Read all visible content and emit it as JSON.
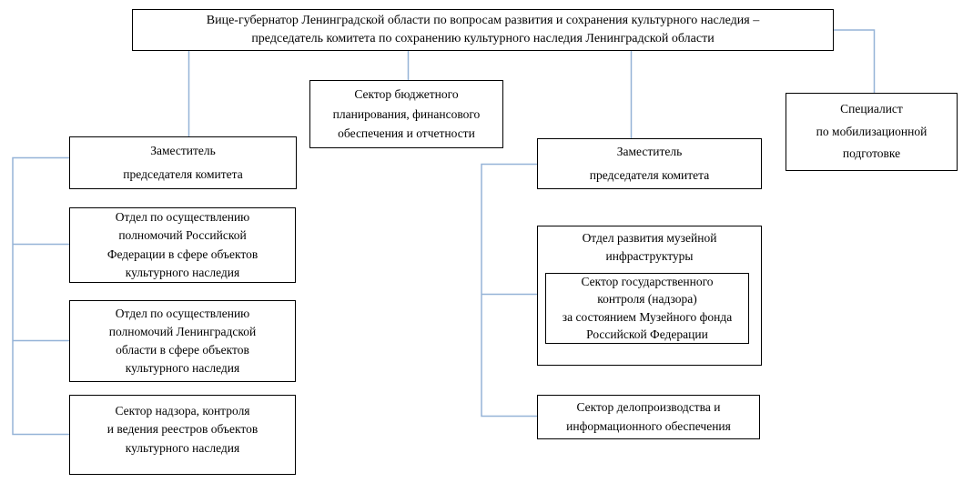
{
  "diagram": {
    "type": "org-chart",
    "language": "ru",
    "connector_color": "#95b3d7",
    "box_border_color": "#000000",
    "background_color": "#ffffff",
    "nodes": {
      "vice_governor": {
        "label": "Вице-губернатор Ленинградской области по вопросам развития и сохранения культурного наследия –\nпредседатель комитета по сохранению культурного наследия Ленинградской области"
      },
      "budget_sector": {
        "label": "Сектор бюджетного\nпланирования, финансового\nобеспечения и отчетности"
      },
      "specialist": {
        "label": "Специалист\nпо мобилизационной\nподготовке"
      },
      "deputy_left": {
        "label": "Заместитель\nпредседателя комитета"
      },
      "dept_rf": {
        "label": "Отдел по осуществлению\nполномочий Российской\nФедерации в сфере объектов\nкультурного наследия"
      },
      "dept_lo": {
        "label": "Отдел по осуществлению\nполномочий Ленинградской\nобласти в сфере объектов\nкультурного наследия"
      },
      "sector_nadzor": {
        "label": "Сектор надзора, контроля\nи ведения реестров объектов\nкультурного наследия"
      },
      "deputy_right": {
        "label": "Заместитель\nпредседателя комитета"
      },
      "museum_dept": {
        "label": "Отдел развития музейной\nинфраструктуры"
      },
      "museum_control_sector": {
        "label": "Сектор государственного\nконтроля (надзора)\nза состоянием Музейного фонда\nРоссийской Федерации"
      },
      "sector_delo": {
        "label": "Сектор делопроизводства и\nинформационного обеспечения"
      }
    }
  }
}
